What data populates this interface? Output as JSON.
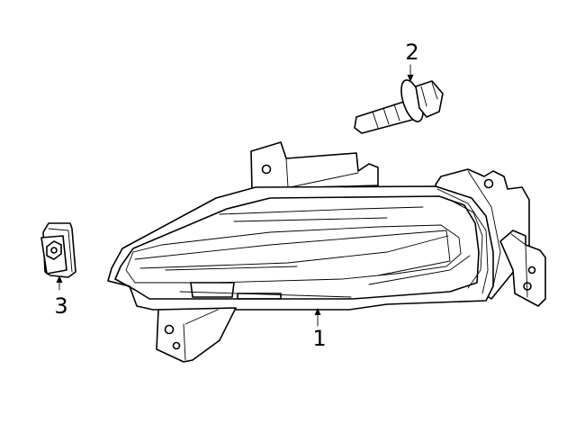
{
  "callouts": [
    {
      "number": "1",
      "part": "lamp-housing"
    },
    {
      "number": "2",
      "part": "bolt"
    },
    {
      "number": "3",
      "part": "clip-nut"
    }
  ],
  "colors": {
    "ink": "#000000",
    "background": "#ffffff"
  }
}
